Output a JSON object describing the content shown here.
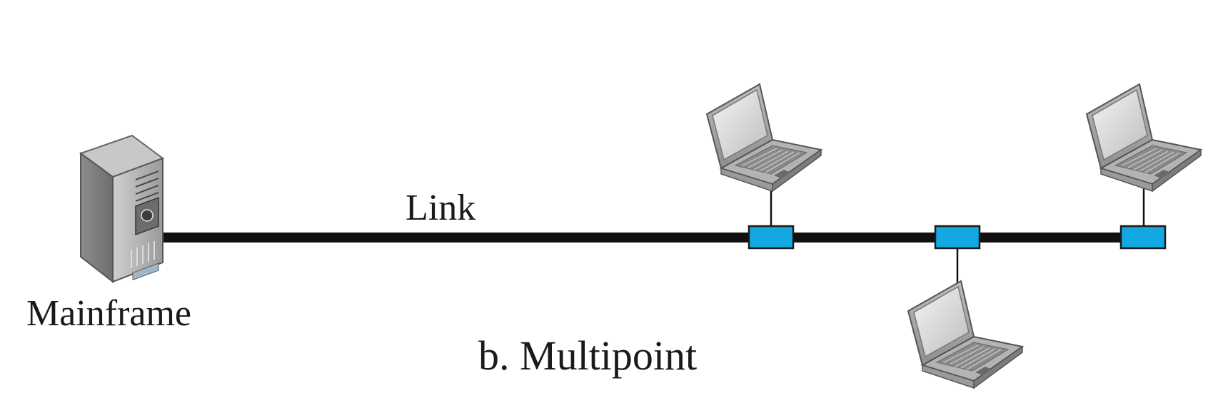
{
  "diagram": {
    "link_label": "Link",
    "mainframe_label": "Mainframe",
    "caption": "b. Multipoint"
  },
  "nodes": [
    {
      "name": "mainframe",
      "icon": "server-tower-icon"
    },
    {
      "name": "laptop-1",
      "icon": "laptop-icon"
    },
    {
      "name": "laptop-2",
      "icon": "laptop-icon"
    },
    {
      "name": "laptop-3",
      "icon": "laptop-icon"
    }
  ],
  "colors": {
    "link": "#111111",
    "tap": "#12a9e2",
    "tap_border": "#1a1a1a",
    "device_body": "#a9a9a9"
  }
}
